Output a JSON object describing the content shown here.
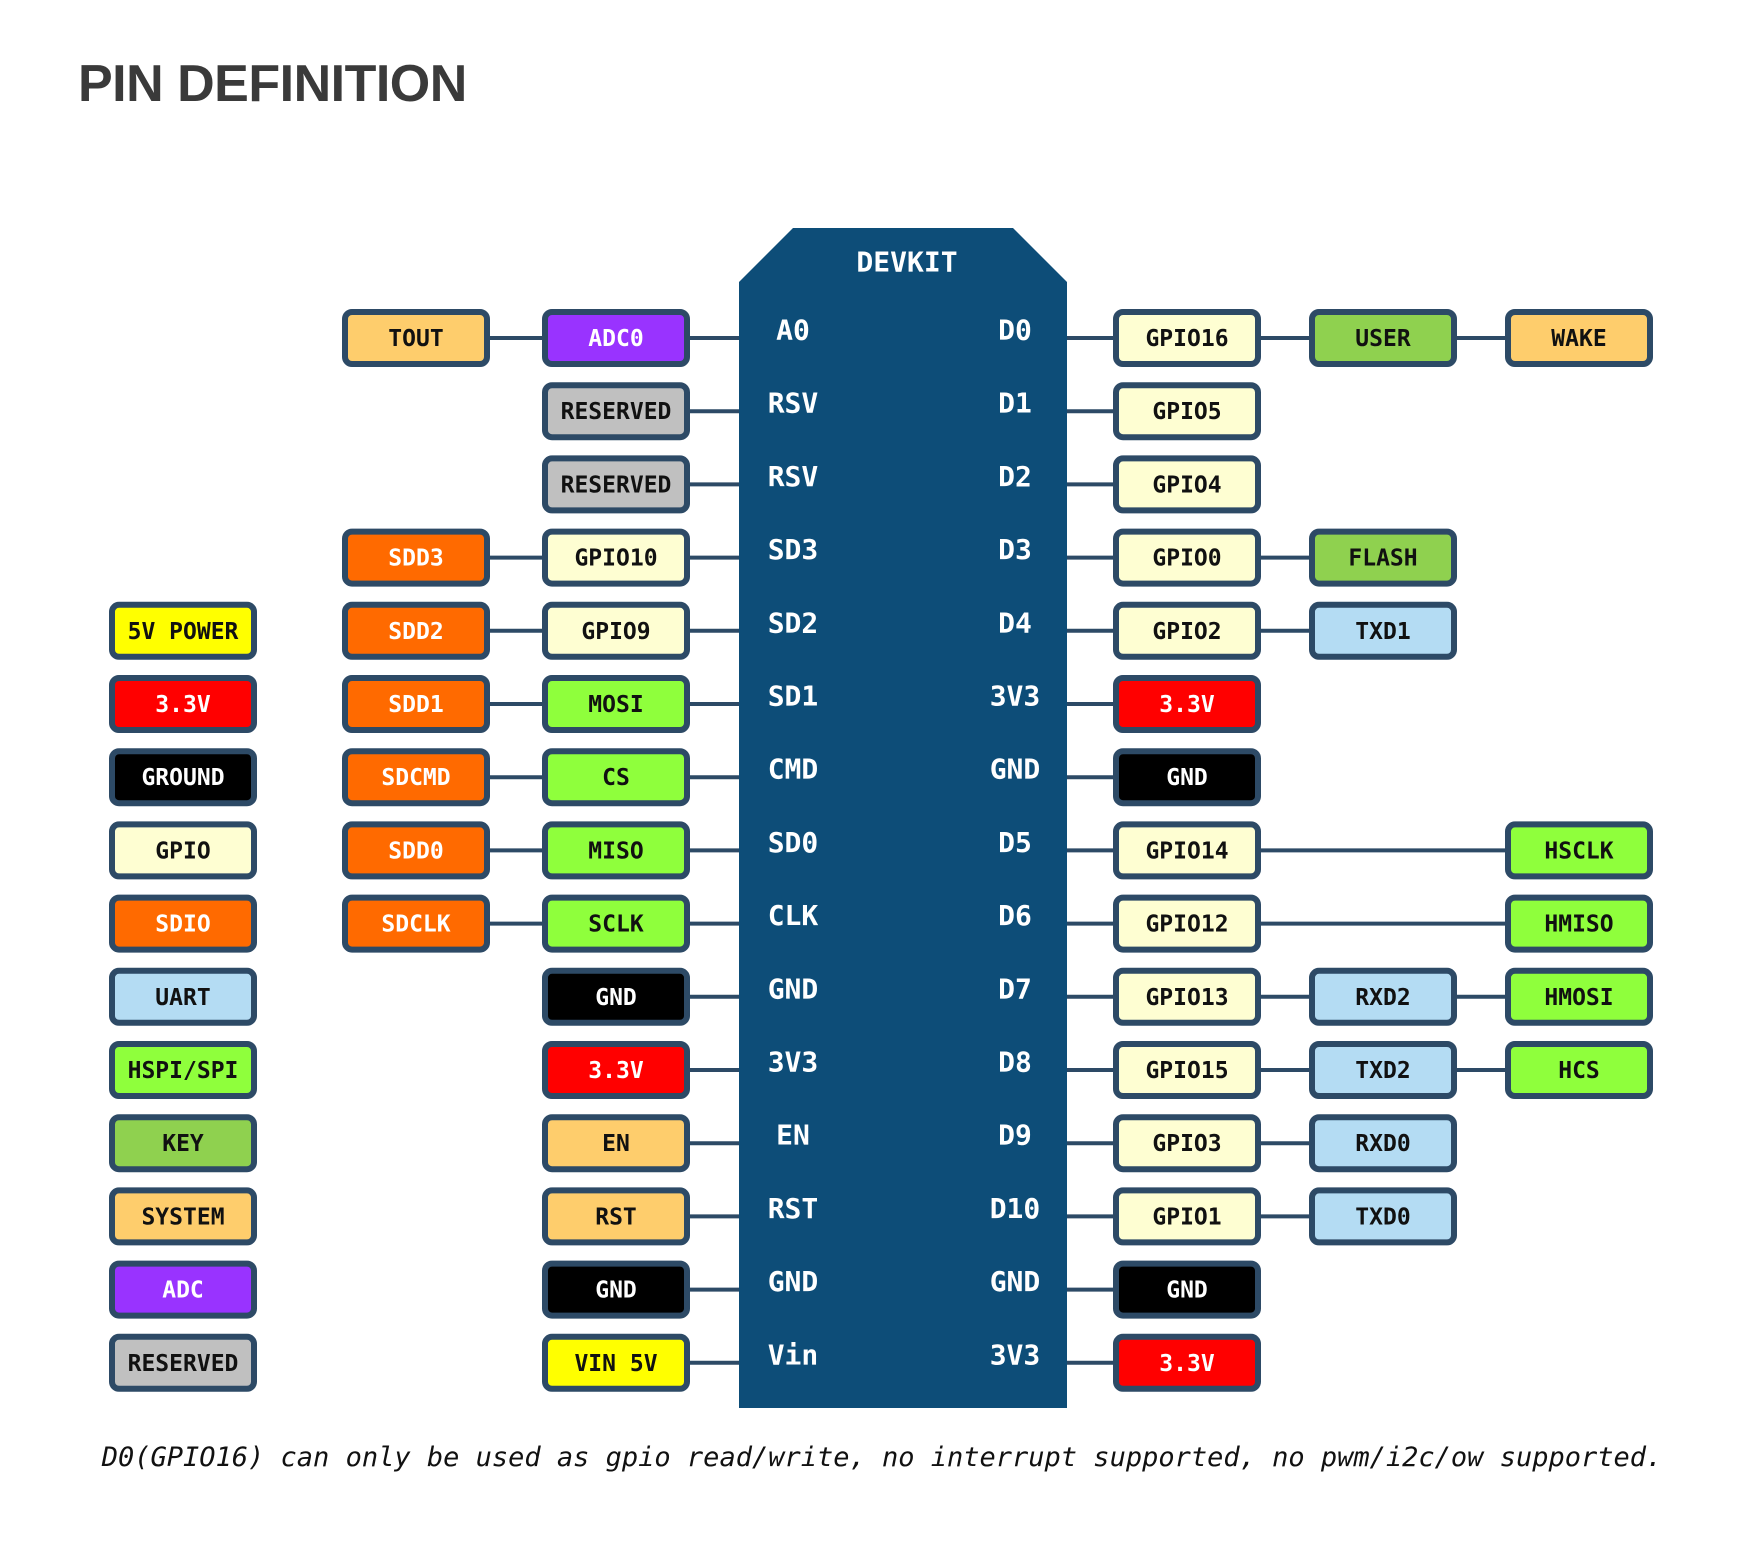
{
  "title": "PIN DEFINITION",
  "board_label": "DEVKIT",
  "footnote": "D0(GPIO16) can only be used as gpio read/write, no interrupt supported, no pwm/i2c/ow supported.",
  "colors": {
    "board": "#0d4d78",
    "wire": "#2d4a66",
    "box_border": "#2d4a66",
    "text_dark": "#111111",
    "text_light": "#ffffff"
  },
  "categories": {
    "power5v": {
      "fill": "#ffff00",
      "text": "#111111"
    },
    "power33": {
      "fill": "#ff0000",
      "text": "#ffffff"
    },
    "ground": {
      "fill": "#000000",
      "text": "#ffffff"
    },
    "gpio": {
      "fill": "#fefed2",
      "text": "#111111"
    },
    "sdio": {
      "fill": "#ff6a00",
      "text": "#ffffff"
    },
    "uart": {
      "fill": "#b4dcf3",
      "text": "#111111"
    },
    "spi": {
      "fill": "#8fff3c",
      "text": "#111111"
    },
    "key": {
      "fill": "#8fd14f",
      "text": "#111111"
    },
    "system": {
      "fill": "#fecd6c",
      "text": "#111111"
    },
    "adc": {
      "fill": "#9933ff",
      "text": "#ffffff"
    },
    "reserved": {
      "fill": "#c0c0c0",
      "text": "#111111"
    }
  },
  "legend": [
    {
      "label": "5V POWER",
      "cat": "power5v"
    },
    {
      "label": "3.3V",
      "cat": "power33"
    },
    {
      "label": "GROUND",
      "cat": "ground"
    },
    {
      "label": "GPIO",
      "cat": "gpio"
    },
    {
      "label": "SDIO",
      "cat": "sdio"
    },
    {
      "label": "UART",
      "cat": "uart"
    },
    {
      "label": "HSPI/SPI",
      "cat": "spi"
    },
    {
      "label": "KEY",
      "cat": "key"
    },
    {
      "label": "SYSTEM",
      "cat": "system"
    },
    {
      "label": "ADC",
      "cat": "adc"
    },
    {
      "label": "RESERVED",
      "cat": "reserved"
    }
  ],
  "left_pins": [
    {
      "pin": "A0",
      "inner": {
        "label": "ADC0",
        "cat": "adc"
      },
      "outer": {
        "label": "TOUT",
        "cat": "system"
      }
    },
    {
      "pin": "RSV",
      "inner": {
        "label": "RESERVED",
        "cat": "reserved"
      },
      "outer": null
    },
    {
      "pin": "RSV",
      "inner": {
        "label": "RESERVED",
        "cat": "reserved"
      },
      "outer": null
    },
    {
      "pin": "SD3",
      "inner": {
        "label": "GPIO10",
        "cat": "gpio"
      },
      "outer": {
        "label": "SDD3",
        "cat": "sdio"
      }
    },
    {
      "pin": "SD2",
      "inner": {
        "label": "GPIO9",
        "cat": "gpio"
      },
      "outer": {
        "label": "SDD2",
        "cat": "sdio"
      }
    },
    {
      "pin": "SD1",
      "inner": {
        "label": "MOSI",
        "cat": "spi"
      },
      "outer": {
        "label": "SDD1",
        "cat": "sdio"
      }
    },
    {
      "pin": "CMD",
      "inner": {
        "label": "CS",
        "cat": "spi"
      },
      "outer": {
        "label": "SDCMD",
        "cat": "sdio"
      }
    },
    {
      "pin": "SD0",
      "inner": {
        "label": "MISO",
        "cat": "spi"
      },
      "outer": {
        "label": "SDD0",
        "cat": "sdio"
      }
    },
    {
      "pin": "CLK",
      "inner": {
        "label": "SCLK",
        "cat": "spi"
      },
      "outer": {
        "label": "SDCLK",
        "cat": "sdio"
      }
    },
    {
      "pin": "GND",
      "inner": {
        "label": "GND",
        "cat": "ground"
      },
      "outer": null
    },
    {
      "pin": "3V3",
      "inner": {
        "label": "3.3V",
        "cat": "power33"
      },
      "outer": null
    },
    {
      "pin": "EN",
      "inner": {
        "label": "EN",
        "cat": "system"
      },
      "outer": null
    },
    {
      "pin": "RST",
      "inner": {
        "label": "RST",
        "cat": "system"
      },
      "outer": null
    },
    {
      "pin": "GND",
      "inner": {
        "label": "GND",
        "cat": "ground"
      },
      "outer": null
    },
    {
      "pin": "Vin",
      "inner": {
        "label": "VIN 5V",
        "cat": "power5v"
      },
      "outer": null
    }
  ],
  "right_pins": [
    {
      "pin": "D0",
      "c1": {
        "label": "GPIO16",
        "cat": "gpio"
      },
      "c2": {
        "label": "USER",
        "cat": "key"
      },
      "c3": {
        "label": "WAKE",
        "cat": "system"
      }
    },
    {
      "pin": "D1",
      "c1": {
        "label": "GPIO5",
        "cat": "gpio"
      },
      "c2": null,
      "c3": null
    },
    {
      "pin": "D2",
      "c1": {
        "label": "GPIO4",
        "cat": "gpio"
      },
      "c2": null,
      "c3": null
    },
    {
      "pin": "D3",
      "c1": {
        "label": "GPIO0",
        "cat": "gpio"
      },
      "c2": {
        "label": "FLASH",
        "cat": "key"
      },
      "c3": null
    },
    {
      "pin": "D4",
      "c1": {
        "label": "GPIO2",
        "cat": "gpio"
      },
      "c2": {
        "label": "TXD1",
        "cat": "uart"
      },
      "c3": null
    },
    {
      "pin": "3V3",
      "c1": {
        "label": "3.3V",
        "cat": "power33"
      },
      "c2": null,
      "c3": null
    },
    {
      "pin": "GND",
      "c1": {
        "label": "GND",
        "cat": "ground"
      },
      "c2": null,
      "c3": null
    },
    {
      "pin": "D5",
      "c1": {
        "label": "GPIO14",
        "cat": "gpio"
      },
      "c2": null,
      "c3": {
        "label": "HSCLK",
        "cat": "spi"
      }
    },
    {
      "pin": "D6",
      "c1": {
        "label": "GPIO12",
        "cat": "gpio"
      },
      "c2": null,
      "c3": {
        "label": "HMISO",
        "cat": "spi"
      }
    },
    {
      "pin": "D7",
      "c1": {
        "label": "GPIO13",
        "cat": "gpio"
      },
      "c2": {
        "label": "RXD2",
        "cat": "uart"
      },
      "c3": {
        "label": "HMOSI",
        "cat": "spi"
      }
    },
    {
      "pin": "D8",
      "c1": {
        "label": "GPIO15",
        "cat": "gpio"
      },
      "c2": {
        "label": "TXD2",
        "cat": "uart"
      },
      "c3": {
        "label": "HCS",
        "cat": "spi"
      }
    },
    {
      "pin": "D9",
      "c1": {
        "label": "GPIO3",
        "cat": "gpio"
      },
      "c2": {
        "label": "RXD0",
        "cat": "uart"
      },
      "c3": null
    },
    {
      "pin": "D10",
      "c1": {
        "label": "GPIO1",
        "cat": "gpio"
      },
      "c2": {
        "label": "TXD0",
        "cat": "uart"
      },
      "c3": null
    },
    {
      "pin": "GND",
      "c1": {
        "label": "GND",
        "cat": "ground"
      },
      "c2": null,
      "c3": null
    },
    {
      "pin": "3V3",
      "c1": {
        "label": "3.3V",
        "cat": "power33"
      },
      "c2": null,
      "c3": null
    }
  ]
}
